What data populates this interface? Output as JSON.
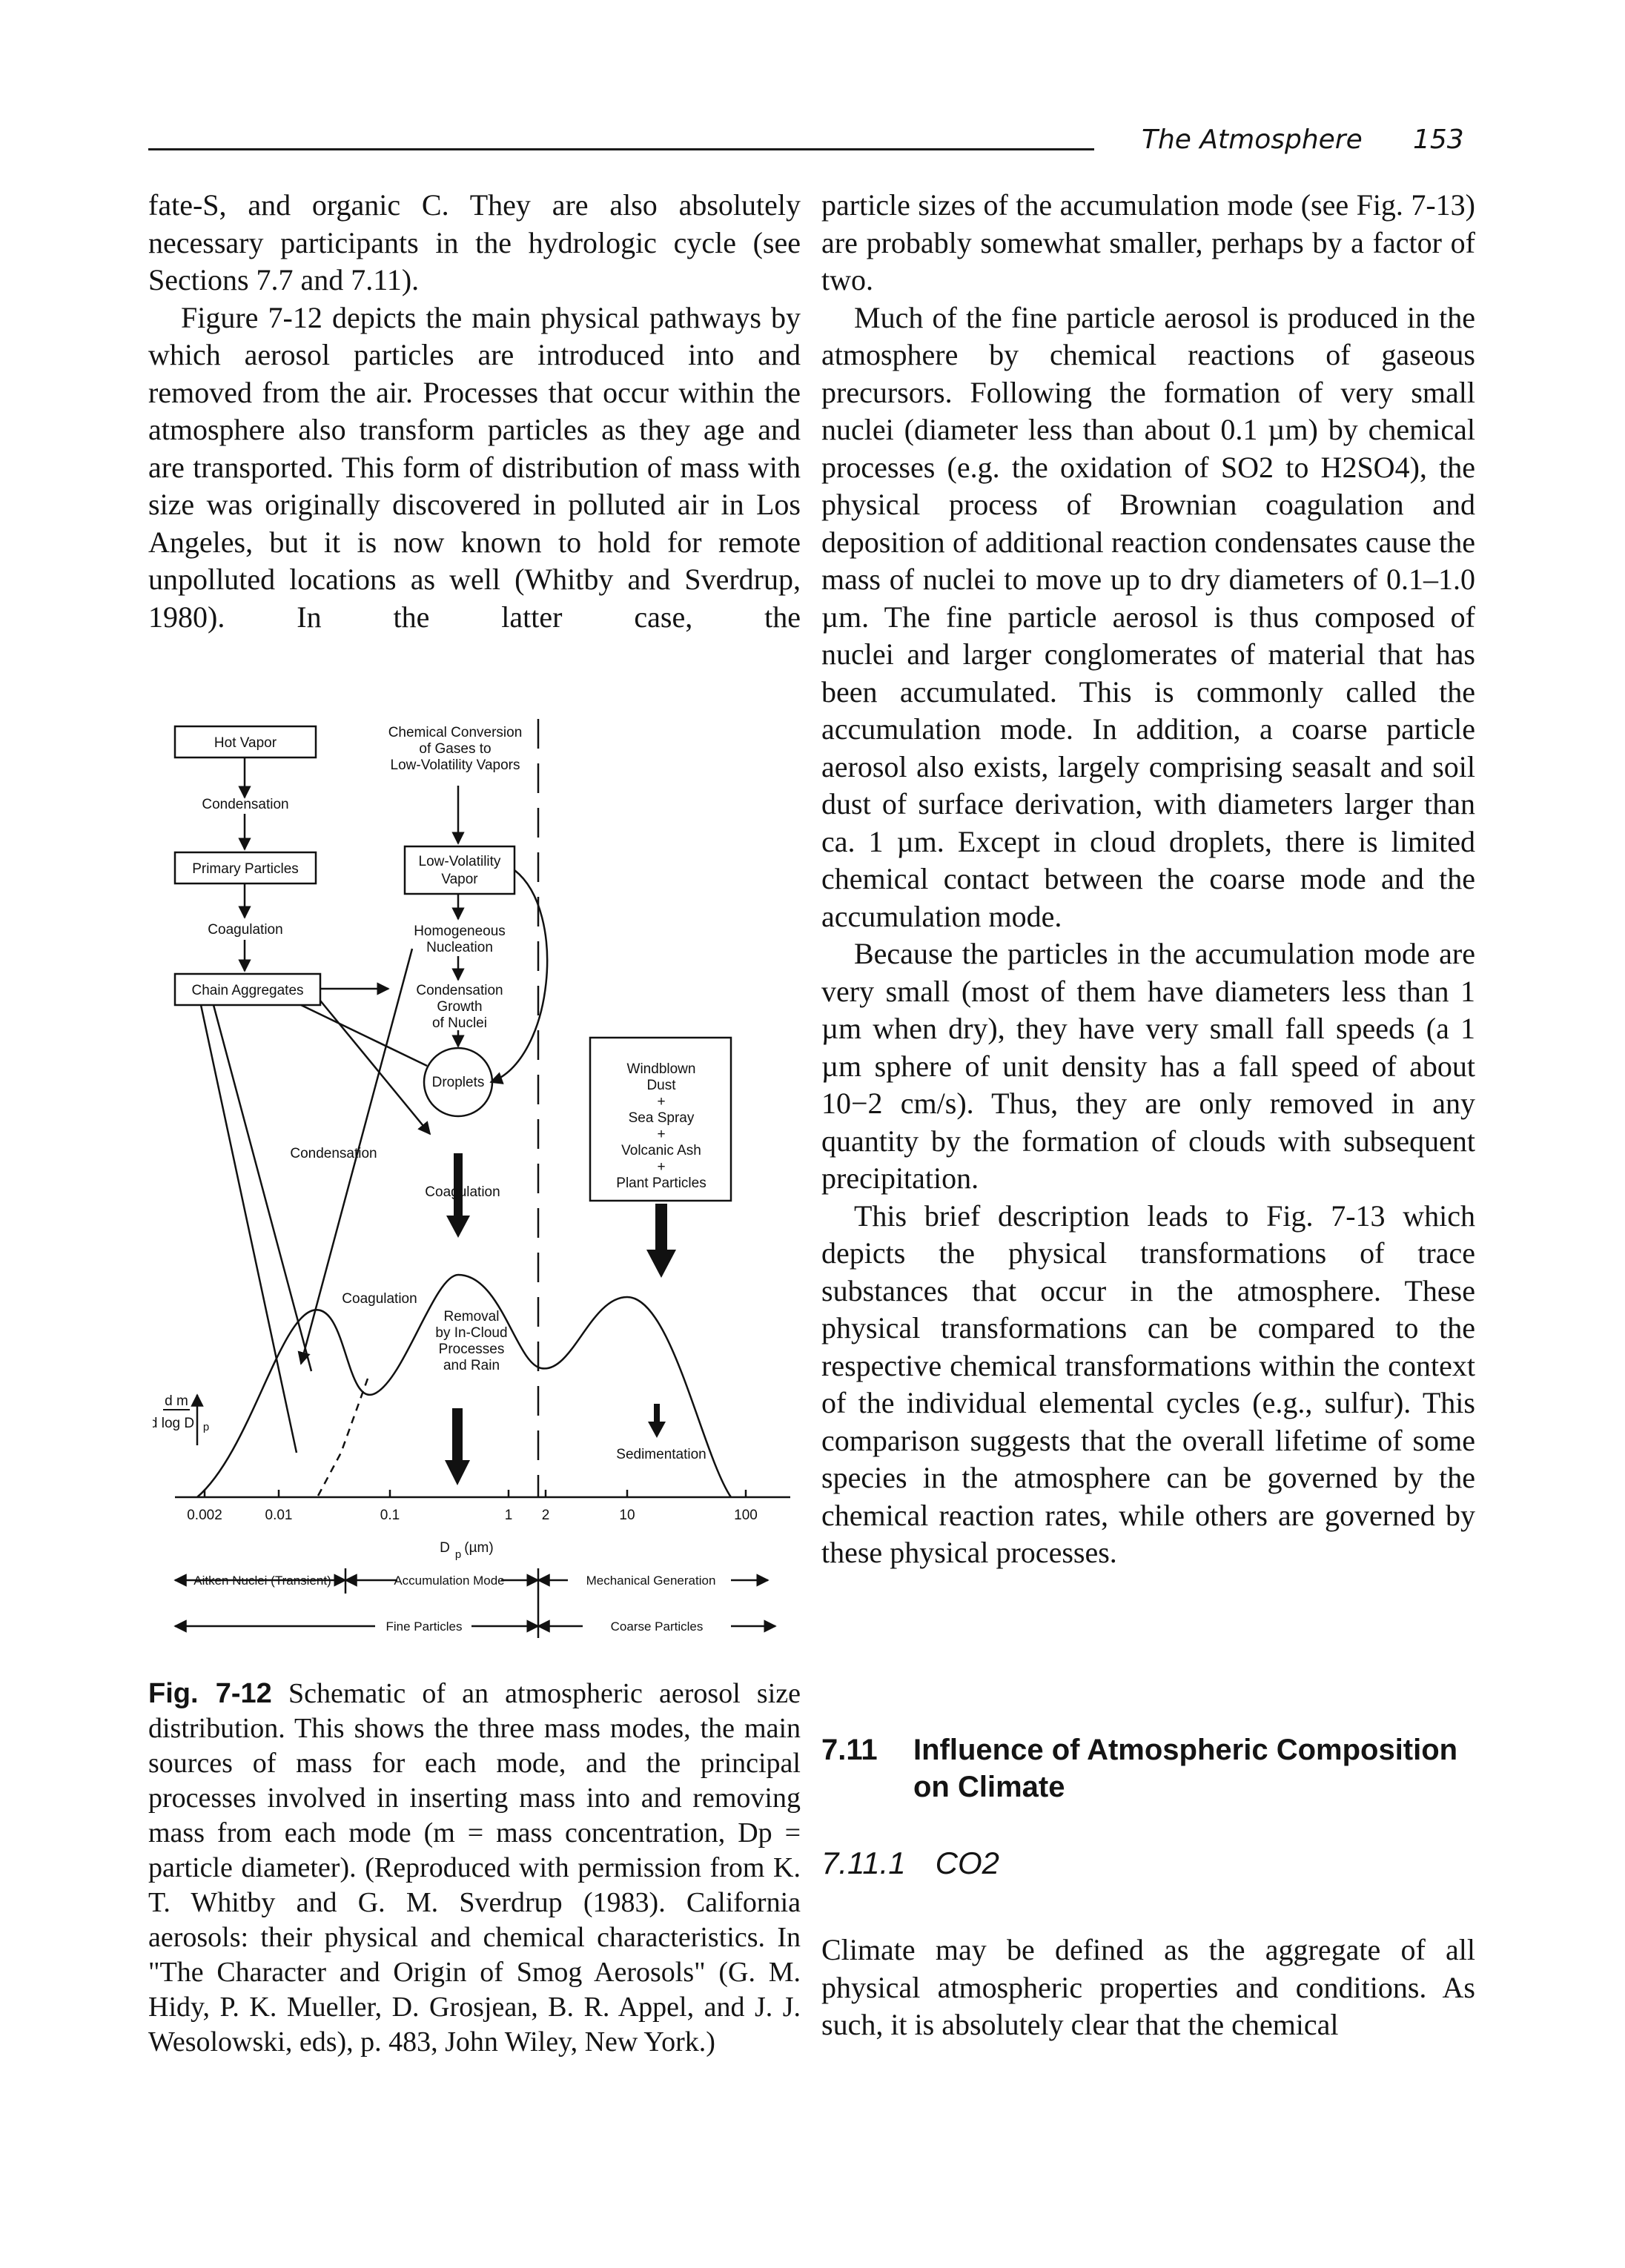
{
  "header": {
    "title": "The Atmosphere",
    "page_number": "153"
  },
  "left_column": {
    "p1": "fate-S, and organic C. They are also absolutely necessary participants in the hydrologic cycle (see Sections 7.7 and 7.11).",
    "p2": "Figure 7-12 depicts the main physical pathways by which aerosol particles are introduced into and removed from the air. Processes that occur within the atmosphere also transform particles as they age and are transported. This form of distribution of mass with size was originally discovered in polluted air in Los Angeles, but it is now known to hold for remote unpolluted locations as well (Whitby and Sverdrup, 1980). In the latter case, the"
  },
  "figure": {
    "boxes": {
      "hot_vapor": "Hot Vapor",
      "primary_particles": "Primary Particles",
      "chain_aggregates": "Chain Aggregates",
      "low_volatility_vapor": [
        "Low-Volatility",
        "Vapor"
      ],
      "droplets": "Droplets",
      "windblown": [
        "Windblown",
        "Dust",
        "+",
        "Sea Spray",
        "+",
        "Volcanic Ash",
        "+",
        "Plant Particles"
      ]
    },
    "labels": {
      "chemical_conversion": [
        "Chemical Conversion",
        "of Gases to",
        "Low-Volatility Vapors"
      ],
      "condensation_top": "Condensation",
      "coagulation_top": "Coagulation",
      "homogeneous_nucleation": [
        "Homogeneous",
        "Nucleation"
      ],
      "condensation_growth": [
        "Condensation",
        "Growth",
        "of Nuclei"
      ],
      "condensation_mid": "Condensation",
      "coagulation_mid": "Coagulation",
      "coagulation_low": "Coagulation",
      "removal": [
        "Removal",
        "by In-Cloud",
        "Processes",
        "and Rain"
      ],
      "sedimentation": "Sedimentation"
    },
    "axis": {
      "ylabel_num": "d m",
      "ylabel_den": "d log D",
      "ylabel_sub": "p",
      "ticks": [
        "0.002",
        "0.01",
        "0.1",
        "1",
        "2",
        "10",
        "100"
      ],
      "xlabel": "D",
      "xlabel_sub": "p",
      "xlabel_unit": "(µm)"
    },
    "modes": {
      "aitken": "Aitken Nuclei (Transient)",
      "accumulation": "Accumulation Mode",
      "mechanical": "Mechanical Generation",
      "fine": "Fine Particles",
      "coarse": "Coarse Particles"
    }
  },
  "caption": {
    "label": "Fig. 7-12",
    "text": " Schematic of an atmospheric aerosol size distribution. This shows the three mass modes, the main sources of mass for each mode, and the principal processes involved in inserting mass into and removing mass from each mode (m = mass concentration, Dp = particle diameter). (Reproduced with permission from K. T. Whitby and G. M. Sverdrup (1983). California aerosols: their physical and chemical characteristics. In \"The Character and Origin of Smog Aerosols\" (G. M. Hidy, P. K. Mueller, D. Grosjean, B. R. Appel, and J. J. Wesolowski, eds), p. 483, John Wiley, New York.)"
  },
  "right_column": {
    "p1": "particle sizes of the accumulation mode (see Fig. 7-13) are probably somewhat smaller, perhaps by a factor of two.",
    "p2": "Much of the fine particle aerosol is produced in the atmosphere by chemical reactions of gaseous precursors. Following the formation of very small nuclei (diameter less than about 0.1 µm) by chemical processes (e.g. the oxidation of SO2 to H2SO4), the physical process of Brownian coagulation and deposition of additional reaction condensates cause the mass of nuclei to move up to dry diameters of 0.1–1.0 µm. The fine particle aerosol is thus composed of nuclei and larger conglomerates of material that has been accumulated. This is commonly called the accumulation mode. In addition, a coarse particle aerosol also exists, largely comprising seasalt and soil dust of surface derivation, with diameters larger than ca. 1 µm. Except in cloud droplets, there is limited chemical contact between the coarse mode and the accumulation mode.",
    "p3": "Because the particles in the accumulation mode are very small (most of them have diameters less than 1 µm when dry), they have very small fall speeds (a 1 µm sphere of unit density has a fall speed of about 10−2 cm/s). Thus, they are only removed in any quantity by the formation of clouds with subsequent precipitation.",
    "p4": "This brief description leads to Fig. 7-13 which depicts the physical transformations of trace substances that occur in the atmosphere. These physical transformations can be compared to the respective chemical transformations within the context of the individual elemental cycles (e.g., sulfur). This comparison suggests that the overall lifetime of some species in the atmosphere can be governed by the chemical reaction rates, while others are governed by these physical processes."
  },
  "section": {
    "number": "7.11",
    "title": "Influence of Atmospheric Composition on Climate",
    "sub_number": "7.11.1",
    "sub_title": "CO2"
  },
  "final_paragraph": "Climate may be defined as the aggregate of all physical atmospheric properties and conditions. As such, it is absolutely clear that the chemical"
}
